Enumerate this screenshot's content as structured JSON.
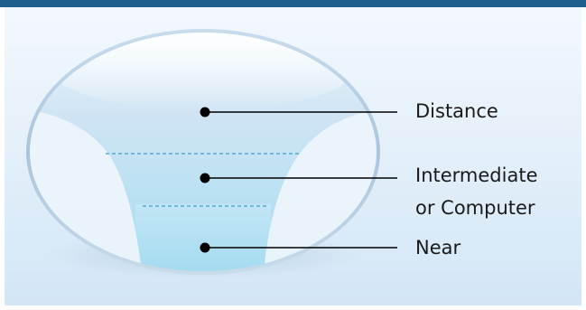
{
  "labels": {
    "distance": "Distance",
    "intermediate": "Intermediate",
    "computer": "or Computer",
    "near": "Near"
  },
  "colors": {
    "top_bar": "#1f5f8f",
    "panel_top": "#f3f8fd",
    "panel_bottom": "#d3e6f6",
    "lens_distance": "#cfe4f4",
    "lens_near": "#a7dcf0",
    "side_zone": "#eef5fb",
    "divider": "#3d9fcc",
    "pointer": "#000000"
  }
}
